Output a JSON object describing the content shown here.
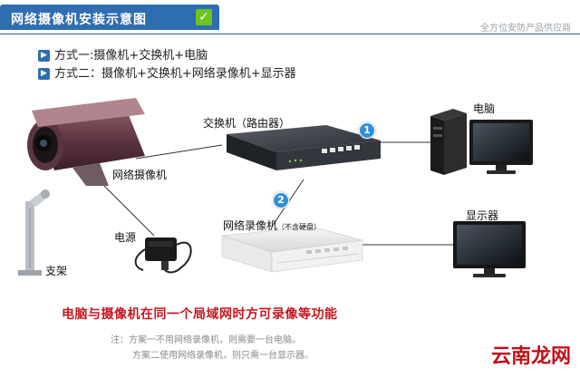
{
  "header": {
    "title": "网络摄像机安装示意图",
    "brand": "全方位安防产品供应商"
  },
  "methods": [
    "方式一:摄像机+交换机+电脑",
    "方式二：摄像机+交换机+网络录像机+显示器"
  ],
  "labels": {
    "switch": "交换机（路由器）",
    "computer": "电脑",
    "camera": "网络摄像机",
    "nvr": "网络录像机",
    "nvr_note": "（不含硬盘）",
    "monitor": "显示器",
    "power": "电源",
    "bracket": "支架"
  },
  "badges": [
    "1",
    "2"
  ],
  "warning": "电脑与摄像机在同一个局域网时方可录像等功能",
  "notes": {
    "note1": "注：方案一不用网络录像机，则需要一台电脑。",
    "note2": "方案二使用网络录像机，则只需一台显示器。"
  },
  "watermark": "云南龙网",
  "colors": {
    "title_bg": "#2f6db1",
    "accent": "#6ec41f",
    "warning": "#c8171e"
  }
}
